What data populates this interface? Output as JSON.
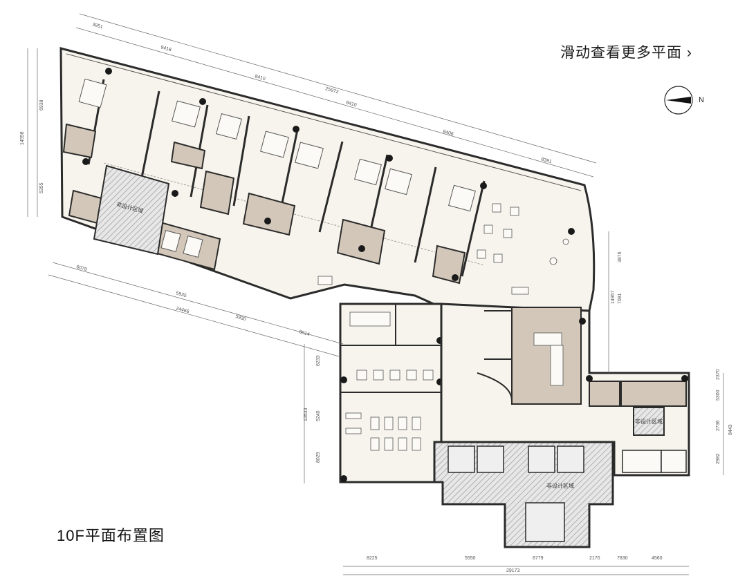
{
  "header": {
    "swipe_hint": "滑动查看更多平面",
    "chevron_icon": "chevron-right-icon"
  },
  "plan": {
    "title": "10F平面布置图",
    "compass_label": "N",
    "zone_label": "非设计区域",
    "zone_label_alt": "非设计区域",
    "dims_top": [
      "3951",
      "9418",
      "8410",
      "25972",
      "8410",
      "8406",
      "8391"
    ],
    "dims_left": [
      "14558",
      "6938",
      "5355"
    ],
    "dims_lower": [
      "6079",
      "5935",
      "24466",
      "5930",
      "8014"
    ],
    "dims_bottom": [
      "8225",
      "5550",
      "6779",
      "2170",
      "7830",
      "4560",
      "29173"
    ],
    "dims_right": [
      "8443",
      "5300",
      "2370",
      "2736",
      "2982"
    ],
    "dims_center": [
      "3876",
      "7081",
      "14957",
      "6233",
      "13533",
      "5240",
      "8029"
    ],
    "colors": {
      "wall": "#2b2b2b",
      "floor": "#f6f4ec",
      "wet_room": "#d2c7b9",
      "hatch": "#9a9a9a"
    }
  }
}
